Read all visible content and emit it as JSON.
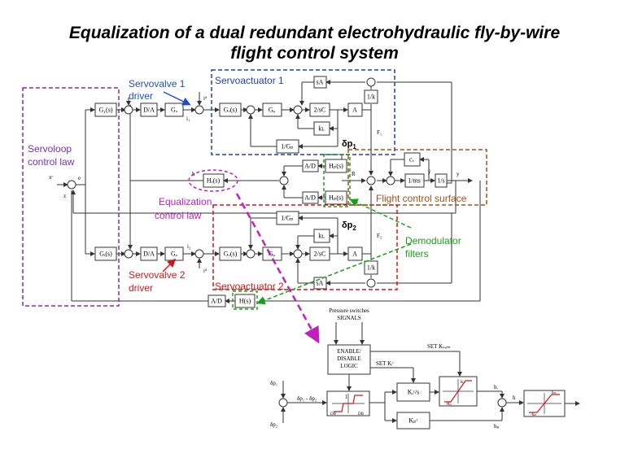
{
  "title": {
    "line1": "Equalization of a dual redundant electrohydraulic fly-by-wire",
    "line2": "flight control system"
  },
  "colors": {
    "servoloop": "#7a2fb3",
    "servoactuator1": "#1f3fb0",
    "servovalve1": "#1f4fc0",
    "equalization": "#c020c0",
    "servoactuator2": "#d01818",
    "flight_surface": "#a0521d",
    "demodulator": "#18a018",
    "ink": "#333333"
  },
  "labels": {
    "servovalve1_l1": "Servovalve 1",
    "servovalve1_l2": "driver",
    "servoactuator1": "Servoactuator 1",
    "servoloop_l1": "Servoloop",
    "servoloop_l2": "control law",
    "equalization_l1": "Equalization",
    "equalization_l2": "control law",
    "flight_surface": "Flight control surface",
    "demod_l1": "Demodulator",
    "demod_l2": "filters",
    "servovalve2_l1": "Servovalve 2",
    "servovalve2_l2": "driver",
    "servoactuator2": "Servoactuator 2",
    "dp1": "δp",
    "dp1_sub": "1",
    "dp2": "δp",
    "dp2_sub": "2"
  },
  "blocks": {
    "gi1": "G₁(s)",
    "da1": "D/A",
    "ga1": "Gₐ",
    "gv1": "Gᵥ(s)",
    "gq1": "Gᵩ",
    "int1": "2/sC",
    "a1": "A",
    "kl1": "kʟ",
    "gp1": "1/Gₚ",
    "sa1": "sA",
    "k1": "1/k",
    "ad1": "A/D",
    "hp1": "Hₚ(s)",
    "he": "Hₑ(s)",
    "ad2": "A/D",
    "hp2": "Hₚ(s)",
    "cv": "cᵥ",
    "ms": "1/ms",
    "s": "1/s",
    "gp2": "1/Gₚ",
    "kl2": "kʟ",
    "gi2": "Gᵢ(s)",
    "da2": "D/A",
    "ga2": "Gₐ",
    "gv2": "Gᵥ(s)",
    "gq2": "Gᵩ",
    "int2": "2/sC",
    "a2": "A",
    "k2": "1/k",
    "sa2": "sA",
    "ad3": "A/D",
    "hs": "H(s)"
  },
  "signals": {
    "xc": "xᶜ",
    "e": "e",
    "z": "z",
    "h": "h",
    "r": "R",
    "f1": "F₁",
    "f2": "F₂",
    "y": "y",
    "ydot": "ẏ",
    "i1": "i₁",
    "i2": "i₂",
    "id": "iᵈ"
  },
  "logic": {
    "pressure_l1": "Pressure switches",
    "pressure_l2": "SIGNALS",
    "enable_l1": "ENABLE/",
    "enable_l2": "DISABLE",
    "enable_l3": "LOGIC",
    "set_ksum": "SET Kₛᵤₘ",
    "set_kic": "SET Kᵢᶜ",
    "kic_s": "Kᵢᶜ/s",
    "kpc": "Kₚᶜ",
    "dp1": "δp₁",
    "dp2": "δp₂",
    "dp_diff": "δp₁ - δp₂",
    "db_neg": "DB",
    "db_pos": "DB",
    "h_i": "hᵢ",
    "h_p": "hₚ",
    "h": "h",
    "sat_pos": "Kₛ",
    "sat_neg": "-Kₛ",
    "lim_pos": "hₘ",
    "lim_neg": "-hₘ",
    "one": "1"
  }
}
